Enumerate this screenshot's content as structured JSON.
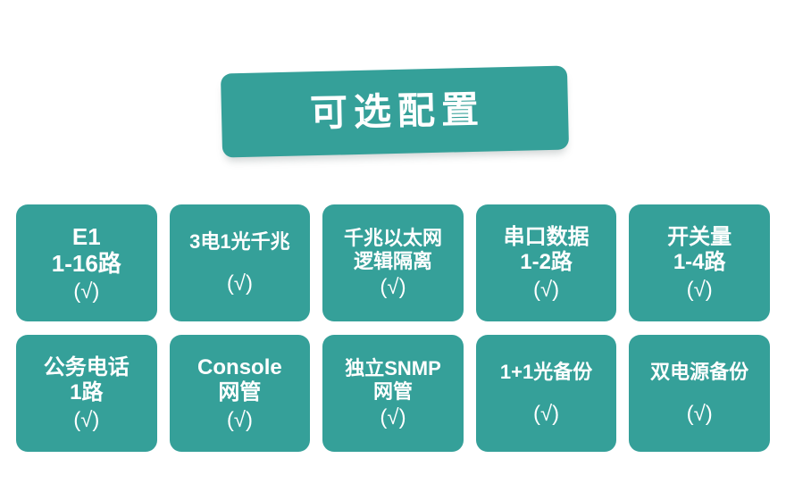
{
  "theme": {
    "accent": "#35A099",
    "text_on_accent": "#FFFFFF",
    "background": "#FFFFFF",
    "shadow": "rgba(110,120,120,0.32)"
  },
  "banner": {
    "title": "可选配置"
  },
  "cards": {
    "check_symbol": "(√)",
    "rows": [
      [
        {
          "lines": [
            "E1",
            "1-16路"
          ],
          "check": "(√)",
          "size": "xl"
        },
        {
          "lines": [
            "3电1光千兆"
          ],
          "check": "(√)",
          "size": "md"
        },
        {
          "lines": [
            "千兆以太网",
            "逻辑隔离"
          ],
          "check": "(√)",
          "size": "md"
        },
        {
          "lines": [
            "串口数据",
            "1-2路"
          ],
          "check": "(√)",
          "size": "lg"
        },
        {
          "lines": [
            "开关量",
            "1-4路"
          ],
          "check": "(√)",
          "size": "lg"
        }
      ],
      [
        {
          "lines": [
            "公务电话",
            "1路"
          ],
          "check": "(√)",
          "size": "lg"
        },
        {
          "lines": [
            "Console",
            "网管"
          ],
          "check": "(√)",
          "size": "lg"
        },
        {
          "lines": [
            "独立SNMP",
            "网管"
          ],
          "check": "(√)",
          "size": "md"
        },
        {
          "lines": [
            "1+1光备份"
          ],
          "check": "(√)",
          "size": "md"
        },
        {
          "lines": [
            "双电源备份"
          ],
          "check": "(√)",
          "size": "md"
        }
      ]
    ]
  }
}
